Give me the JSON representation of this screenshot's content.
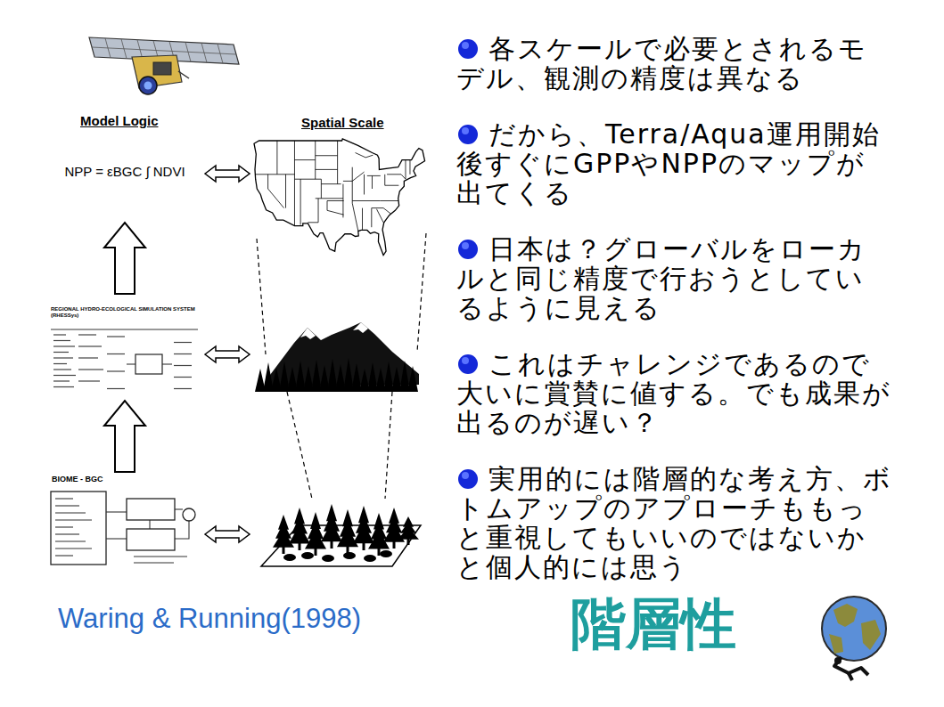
{
  "diagram": {
    "nodes": [
      {
        "text": [
          "NPP = εBGC ∫ NDVI"
        ]
      },
      {
        "text": [
          "REGIONAL HYDRO-ECOLOGICAL SIMULATION SYSTEM (RHESSys)"
        ]
      },
      {
        "text": [
          "BIOME - BGC"
        ]
      }
    ],
    "edges": [
      {
        "from": 2,
        "to": 1,
        "arrow": "to"
      },
      {
        "from": 1,
        "to": 0,
        "arrow": "to"
      }
    ],
    "labels": [
      "Model Logic",
      "Spatial Scale",
      "各スケールで必要とされるモデル、観測の精度は異なる",
      "だから、Terra/Aqua運用開始後すぐにGPPやNPPのマップが出てくる",
      "日本は？グローバルをローカルと同じ精度で行おうとしているように見える",
      "これはチャレンジであるので大いに賞賛に値する。でも成果が出るのが遅い？",
      "実用的には階層的な考え方、ボトムアップのアプローチももっと重視してもいいのではないかと個人的には思う",
      "Waring & Running(1998)",
      "階層性"
    ]
  }
}
